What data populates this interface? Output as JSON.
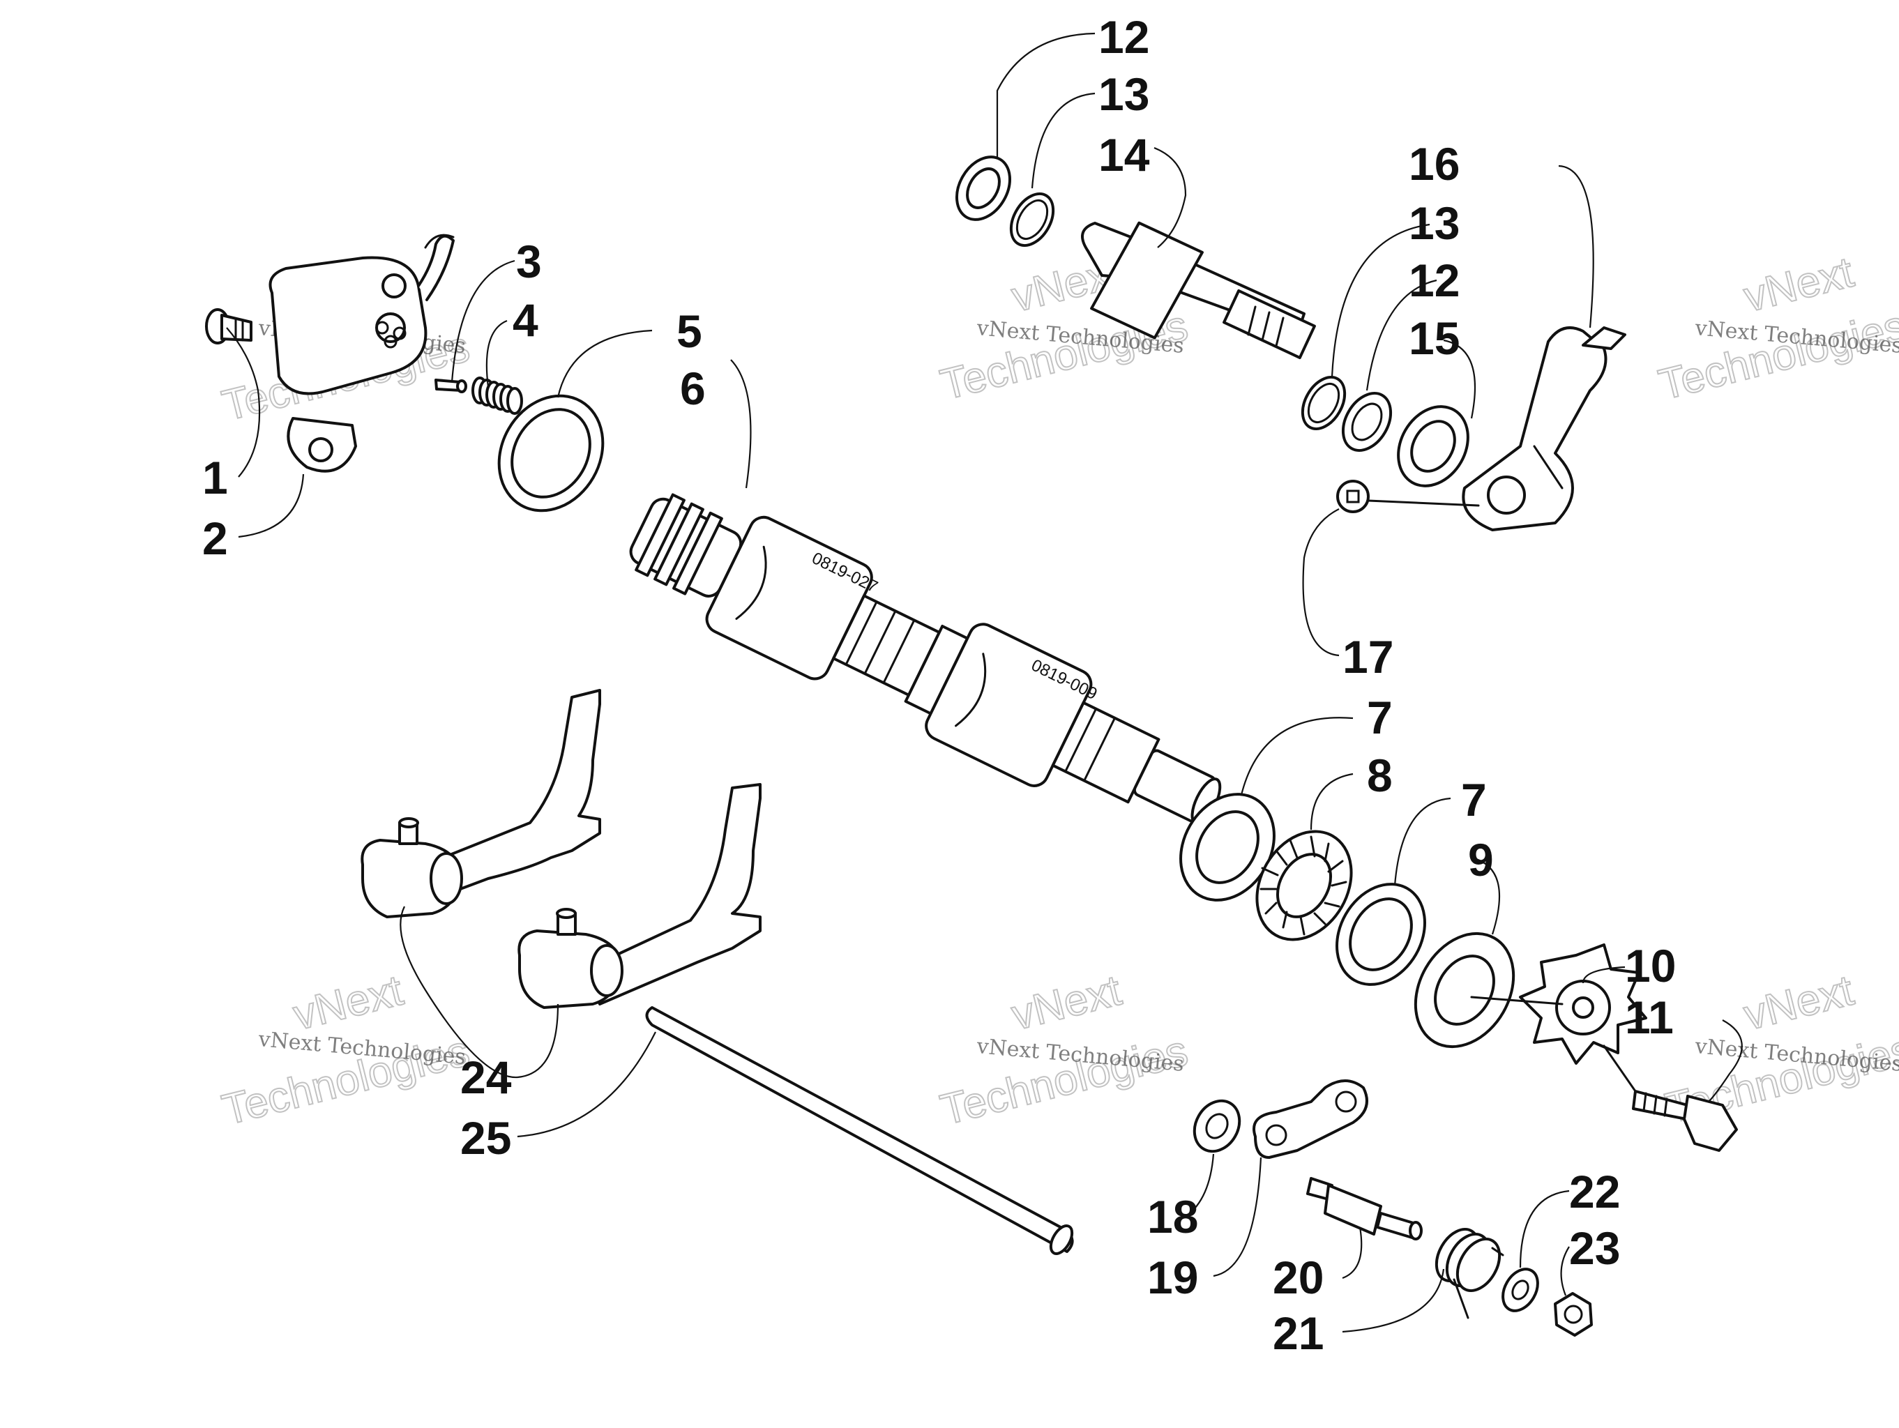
{
  "diagram": {
    "callouts": [
      "1",
      "2",
      "3",
      "4",
      "5",
      "6",
      "7",
      "8",
      "7",
      "9",
      "10",
      "11",
      "12",
      "13",
      "14",
      "16",
      "13",
      "12",
      "15",
      "17",
      "18",
      "19",
      "20",
      "21",
      "22",
      "23",
      "24",
      "25"
    ],
    "part_stamps": [
      "0819-027",
      "0819-009"
    ],
    "watermark": {
      "line": "vNext Technologies",
      "word1": "vNext",
      "word2": "Technologies"
    }
  }
}
